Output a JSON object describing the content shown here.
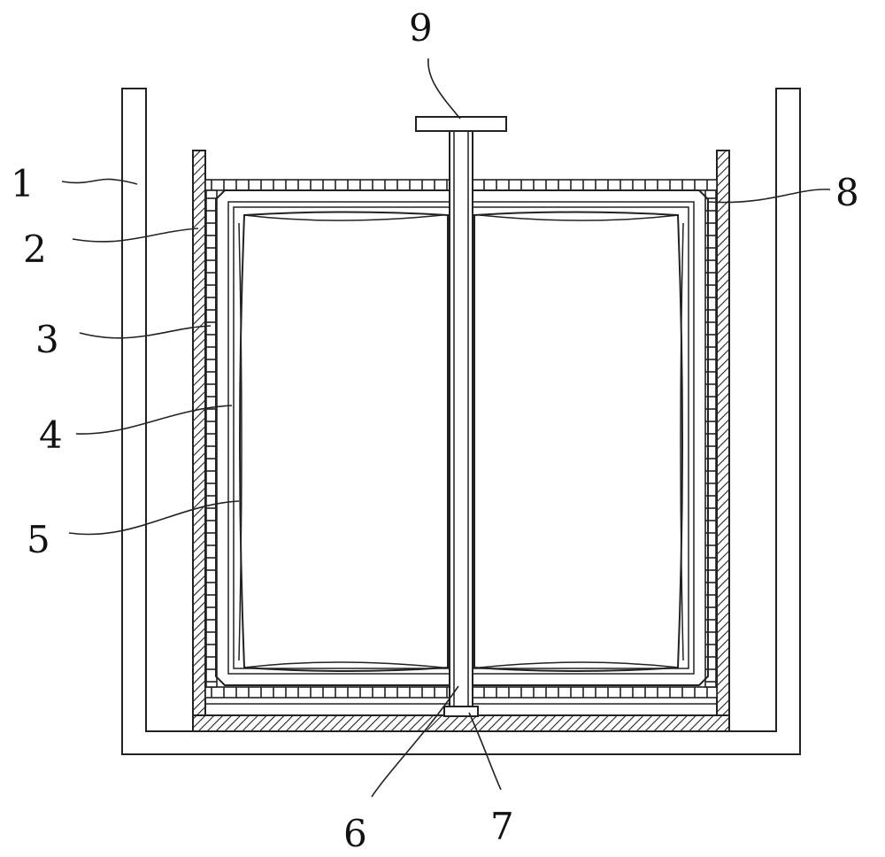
{
  "labels": {
    "l1": "1",
    "l2": "2",
    "l3": "3",
    "l4": "4",
    "l5": "5",
    "l6": "6",
    "l7": "7",
    "l8": "8",
    "l9": "9"
  },
  "colors": {
    "stroke": "#222222",
    "background": "#ffffff"
  }
}
